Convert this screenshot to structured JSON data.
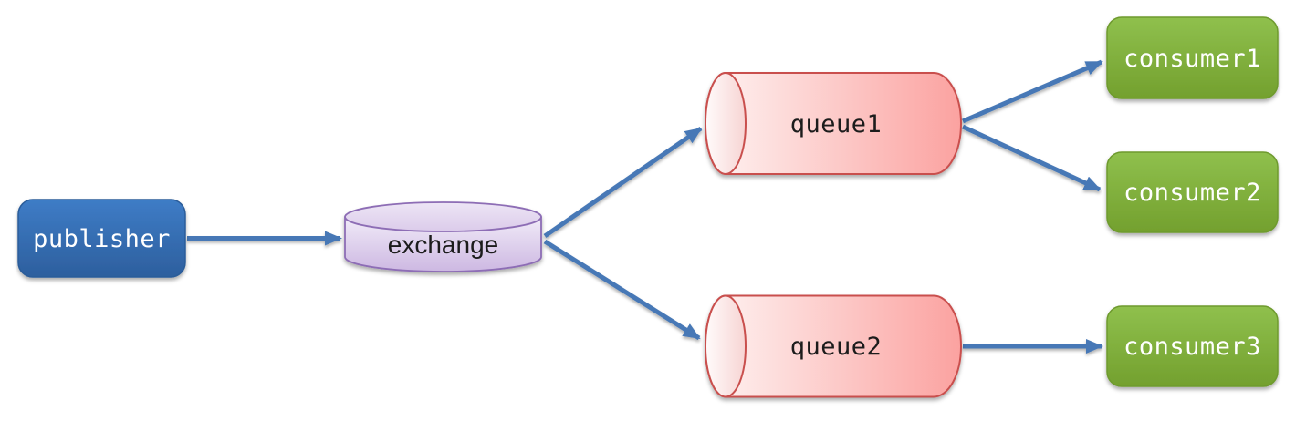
{
  "diagram": {
    "title": "publisher-exchange-queue-consumer message flow",
    "nodes": {
      "publisher": {
        "label": "publisher",
        "type": "rounded-rect"
      },
      "exchange": {
        "label": "exchange",
        "type": "cylinder-vertical"
      },
      "queue1": {
        "label": "queue1",
        "type": "cylinder-horizontal"
      },
      "queue2": {
        "label": "queue2",
        "type": "cylinder-horizontal"
      },
      "consumer1": {
        "label": "consumer1",
        "type": "rounded-rect"
      },
      "consumer2": {
        "label": "consumer2",
        "type": "rounded-rect"
      },
      "consumer3": {
        "label": "consumer3",
        "type": "rounded-rect"
      }
    },
    "edges": [
      {
        "from": "publisher",
        "to": "exchange"
      },
      {
        "from": "exchange",
        "to": "queue1"
      },
      {
        "from": "exchange",
        "to": "queue2"
      },
      {
        "from": "queue1",
        "to": "consumer1"
      },
      {
        "from": "queue1",
        "to": "consumer2"
      },
      {
        "from": "queue2",
        "to": "consumer3"
      }
    ],
    "colors": {
      "background": "#FFFFFF",
      "arrow": "#4778B6",
      "publisher_fill_top": "#3E7CC6",
      "publisher_fill_bottom": "#2D5F9E",
      "publisher_stroke": "#2B5C99",
      "consumer_fill_top": "#8FC04D",
      "consumer_fill_bottom": "#73A02E",
      "consumer_stroke": "#6E9A2D",
      "queue_fill_light": "#FEF4F3",
      "queue_fill_dark": "#FBA2A0",
      "queue_ellipse_light": "#FFFBFB",
      "queue_ellipse_dark": "#F7D4D3",
      "queue_stroke": "#C9504E",
      "exchange_fill_light": "#F1EBF8",
      "exchange_fill_dark": "#CDB8E2",
      "exchange_top_light": "#EDE5F5",
      "exchange_top_dark": "#DBCBEA",
      "exchange_stroke": "#8D6DB5",
      "label_dark": "#1B1B1B",
      "label_light": "#FFFFFF"
    }
  }
}
